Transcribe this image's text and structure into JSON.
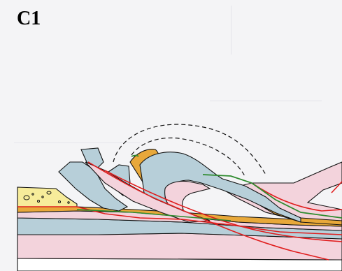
{
  "figure": {
    "label": "C1"
  },
  "colors": {
    "background": "#f4f4f6",
    "blue_layer": "#b7cfd9",
    "pink_layer": "#f3d3dc",
    "orange_layer": "#e8a83a",
    "yellow_layer": "#f7ec9a",
    "thrust_fault": "#e01e1e",
    "green_horizon": "#2e8b2e",
    "outline": "#111111"
  },
  "layers": [
    {
      "name": "yellow-conglomerate",
      "color": "yellow"
    },
    {
      "name": "orange-layer",
      "color": "orange"
    },
    {
      "name": "blue-layer",
      "color": "blue"
    },
    {
      "name": "pink-layer",
      "color": "pink"
    }
  ],
  "annotations": {
    "eroded_fold_outline": "dashed",
    "fault_lines": "red",
    "marker_horizon": "green"
  }
}
